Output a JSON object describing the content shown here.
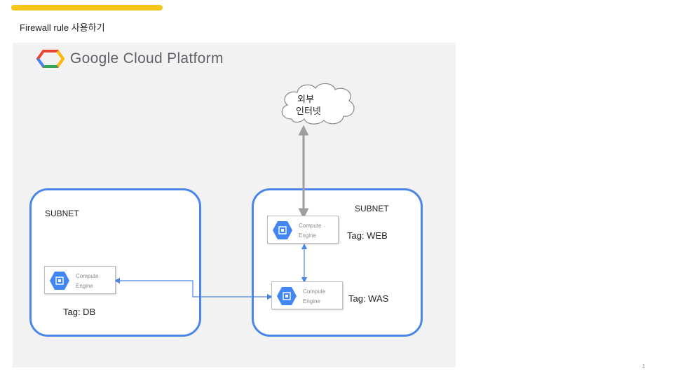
{
  "slide": {
    "title": "Firewall  rule 사용하기",
    "page_number": "1"
  },
  "logo": {
    "text": "Google Cloud Platform"
  },
  "cloud": {
    "line1": "외부",
    "line2": "인터넷"
  },
  "subnets": [
    {
      "label": "SUBNET"
    },
    {
      "label": "SUBNET"
    }
  ],
  "engines": [
    {
      "line1": "Compute",
      "line2": "Engine",
      "tag": "Tag:  DB"
    },
    {
      "line1": "Compute",
      "line2": "Engine",
      "tag": "Tag:  WEB"
    },
    {
      "line1": "Compute",
      "line2": "Engine",
      "tag": "Tag:  WAS"
    }
  ],
  "colors": {
    "accent_bar": "#f5c518",
    "subnet_border": "#4a86e8",
    "engine_icon": "#4285f4",
    "internet_link": "#9e9e9e",
    "internal_link": "#4a86e8"
  }
}
